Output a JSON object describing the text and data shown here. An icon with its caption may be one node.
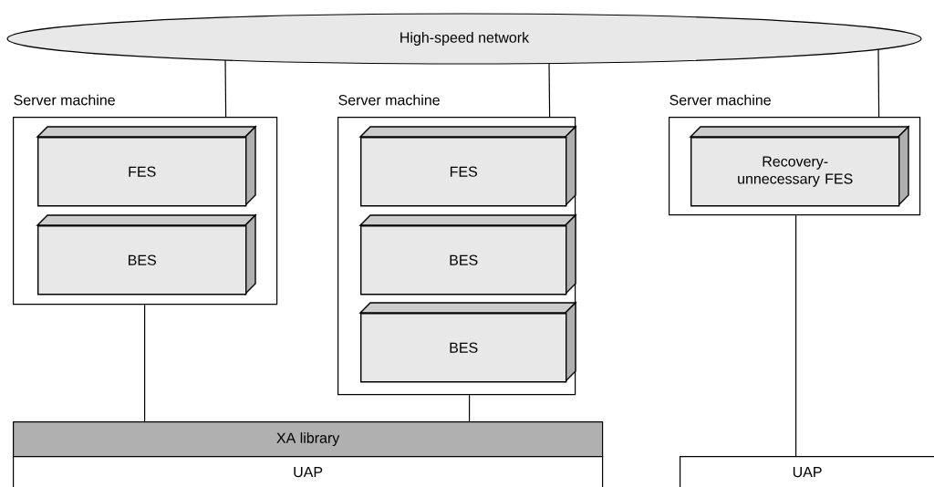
{
  "diagram": {
    "nodes": [
      {
        "text": [
          "High-speed network"
        ]
      },
      {
        "text": [
          "Server machine"
        ]
      },
      {
        "text": [
          "FES"
        ],
        "in": 1
      },
      {
        "text": [
          "BES"
        ],
        "in": 1
      },
      {
        "text": [
          "Server machine"
        ]
      },
      {
        "text": [
          "FES"
        ],
        "in": 4
      },
      {
        "text": [
          "BES"
        ],
        "in": 4
      },
      {
        "text": [
          "BES"
        ],
        "in": 4
      },
      {
        "text": [
          "Server machine"
        ]
      },
      {
        "text": [
          "Recovery- unnecessary FES"
        ],
        "in": 8
      },
      {
        "text": [
          "XA library"
        ]
      },
      {
        "text": [
          "UAP"
        ]
      },
      {
        "text": [
          "UAP"
        ]
      }
    ],
    "edges": [
      {
        "from": 0,
        "to": 1,
        "arrow": "none"
      },
      {
        "from": 0,
        "to": 4,
        "arrow": "none"
      },
      {
        "from": 0,
        "to": 8,
        "arrow": "none"
      },
      {
        "from": 1,
        "to": 10,
        "arrow": "none"
      },
      {
        "from": 4,
        "to": 10,
        "arrow": "none"
      },
      {
        "from": 8,
        "to": 12,
        "arrow": "none"
      }
    ]
  }
}
